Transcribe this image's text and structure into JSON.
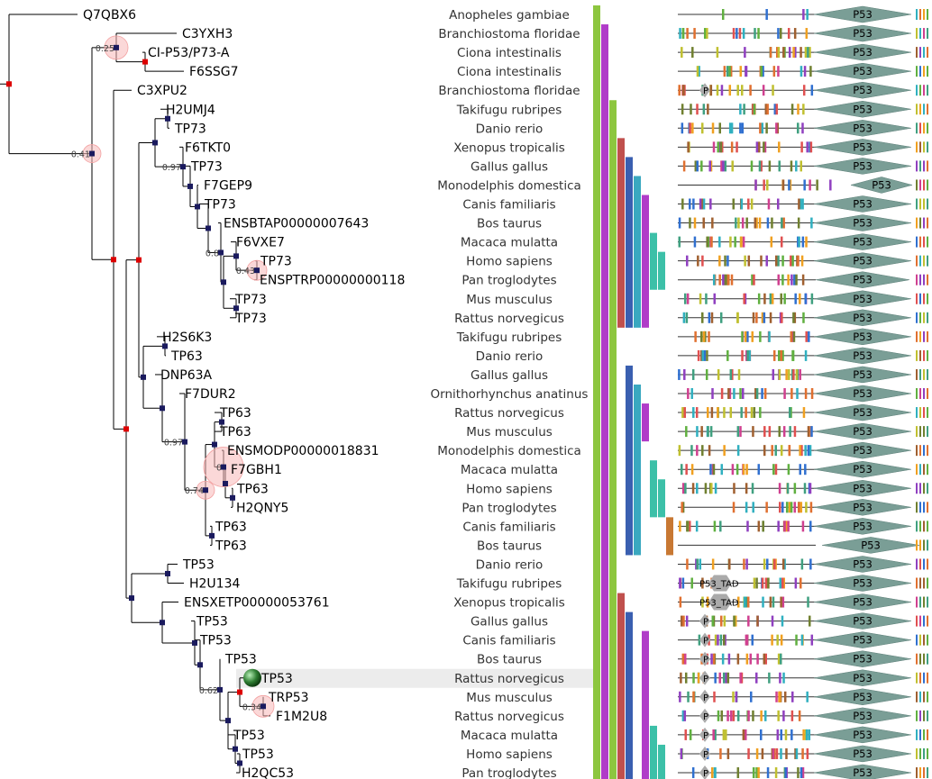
{
  "leaves": [
    {
      "name": "Q7QBX6",
      "species": "Anopheles gambiae"
    },
    {
      "name": "C3YXH3",
      "species": "Branchiostoma floridae"
    },
    {
      "name": "CI-P53/P73-A",
      "species": "Ciona intestinalis"
    },
    {
      "name": "F6SSG7",
      "species": "Ciona intestinalis"
    },
    {
      "name": "C3XPU2",
      "species": "Branchiostoma floridae"
    },
    {
      "name": "H2UMJ4",
      "species": "Takifugu rubripes"
    },
    {
      "name": "TP73",
      "species": "Danio rerio"
    },
    {
      "name": "F6TKT0",
      "species": "Xenopus tropicalis"
    },
    {
      "name": "TP73",
      "species": "Gallus gallus"
    },
    {
      "name": "F7GEP9",
      "species": "Monodelphis domestica"
    },
    {
      "name": "TP73",
      "species": "Canis familiaris"
    },
    {
      "name": "ENSBTAP00000007643",
      "species": "Bos taurus"
    },
    {
      "name": "F6VXE7",
      "species": "Macaca mulatta"
    },
    {
      "name": "TP73",
      "species": "Homo sapiens"
    },
    {
      "name": "ENSPTRP00000000118",
      "species": "Pan troglodytes"
    },
    {
      "name": "TP73",
      "species": "Mus musculus"
    },
    {
      "name": "TP73",
      "species": "Rattus norvegicus"
    },
    {
      "name": "H2S6K3",
      "species": "Takifugu rubripes"
    },
    {
      "name": "TP63",
      "species": "Danio rerio"
    },
    {
      "name": "DNP63A",
      "species": "Gallus gallus"
    },
    {
      "name": "F7DUR2",
      "species": "Ornithorhynchus anatinus"
    },
    {
      "name": "TP63",
      "species": "Rattus norvegicus"
    },
    {
      "name": "TP63",
      "species": "Mus musculus"
    },
    {
      "name": "ENSMODP00000018831",
      "species": "Monodelphis domestica"
    },
    {
      "name": "F7GBH1",
      "species": "Macaca mulatta"
    },
    {
      "name": "TP63",
      "species": "Homo sapiens"
    },
    {
      "name": "H2QNY5",
      "species": "Pan troglodytes"
    },
    {
      "name": "TP63",
      "species": "Canis familiaris"
    },
    {
      "name": "TP63",
      "species": "Bos taurus"
    },
    {
      "name": "TP53",
      "species": "Danio rerio"
    },
    {
      "name": "H2U134",
      "species": "Takifugu rubripes"
    },
    {
      "name": "ENSXETP00000053761",
      "species": "Xenopus tropicalis"
    },
    {
      "name": "TP53",
      "species": "Gallus gallus"
    },
    {
      "name": "TP53",
      "species": "Canis familiaris"
    },
    {
      "name": "TP53",
      "species": "Bos taurus"
    },
    {
      "name": "TP53",
      "species": "Rattus norvegicus"
    },
    {
      "name": "TRP53",
      "species": "Mus musculus"
    },
    {
      "name": "F1M2U8",
      "species": "Rattus norvegicus"
    },
    {
      "name": "TP53",
      "species": "Macaca mulatta"
    },
    {
      "name": "TP53",
      "species": "Homo sapiens"
    },
    {
      "name": "H2QC53",
      "species": "Pan troglodytes"
    }
  ],
  "support_values": [
    "0.25",
    "0.41",
    "0.97",
    "0.8",
    "0.43",
    "0.97",
    "0.74",
    "0",
    "0.62",
    "0.34"
  ],
  "domains": {
    "main_label": "P53",
    "tad_label": "P53_TAD",
    "tad_short": "P",
    "main_color": "#7a9e96",
    "tad_color": "#aaaaaa"
  },
  "highlighted_leaf_index": 35,
  "colors": {
    "tree": "#000000",
    "dup_node": "#dd0000",
    "spec_node": "#1a1a5e",
    "highlight_row": "#ececec",
    "query_node": "#2e7d32",
    "support_circle": "#f7b8b8",
    "bar_green": "#8dc63f",
    "bar_purple": "#b03cc8",
    "bar_red": "#c0504d",
    "bar_blue": "#3a5fb0",
    "bar_teal": "#3aa8c0",
    "bar_mint": "#3cc0a8",
    "bar_orange": "#c87833"
  }
}
